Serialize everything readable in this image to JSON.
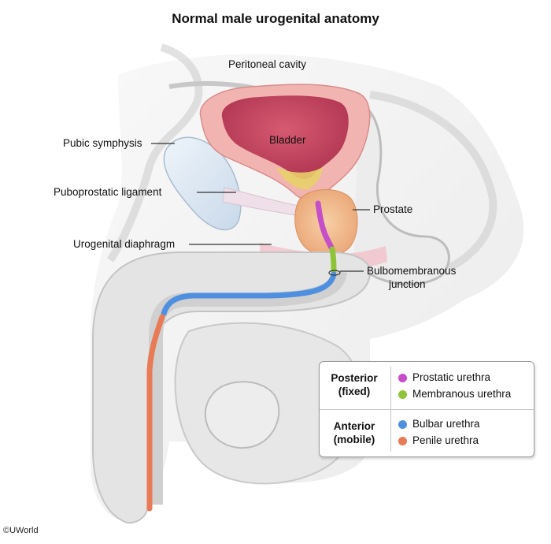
{
  "title": "Normal male urogenital anatomy",
  "labels": {
    "peritoneal_cavity": "Peritoneal cavity",
    "bladder": "Bladder",
    "pubic_symphysis": "Pubic symphysis",
    "puboprostatic_ligament": "Puboprostatic ligament",
    "prostate": "Prostate",
    "urogenital_diaphragm": "Urogenital diaphragm",
    "bulbomembranous_line1": "Bulbomembranous",
    "bulbomembranous_line2": "junction"
  },
  "legend": {
    "posterior": {
      "heading_line1": "Posterior",
      "heading_line2": "(fixed)",
      "items": [
        {
          "label": "Prostatic urethra",
          "color": "#c44fc9"
        },
        {
          "label": "Membranous urethra",
          "color": "#8fc43a"
        }
      ]
    },
    "anterior": {
      "heading_line1": "Anterior",
      "heading_line2": "(mobile)",
      "items": [
        {
          "label": "Bulbar urethra",
          "color": "#4f8fe0"
        },
        {
          "label": "Penile urethra",
          "color": "#e87a55"
        }
      ]
    }
  },
  "colors": {
    "bladder_wall": "#f2b4b0",
    "bladder_lumen": "#c4475e",
    "prostate": "#f0b98c",
    "bone": "#dde8f2",
    "tissue": "#e6e6e6",
    "urine": "#e8cf6a"
  },
  "copyright": "©UWorld"
}
